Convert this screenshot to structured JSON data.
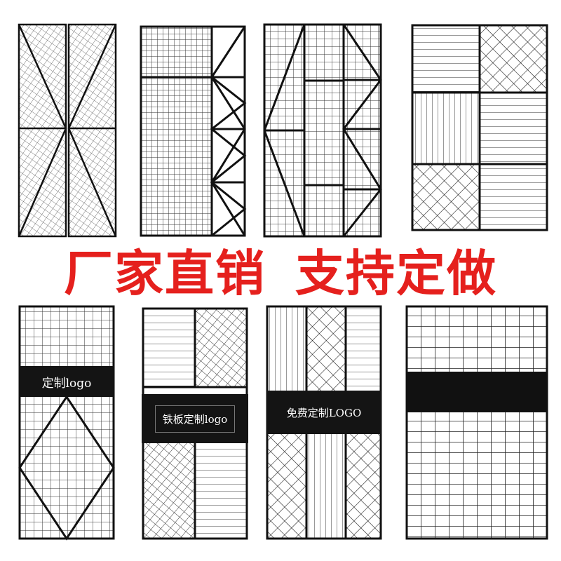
{
  "banner": {
    "left_text": "厂家直销",
    "right_text": "支持定做",
    "color": "#e5201d"
  },
  "panels": {
    "logo_label_1": "定制logo",
    "logo_label_2": "铁板定制logo",
    "logo_label_3": "免费定制LOGO"
  },
  "colors": {
    "frame": "#111111",
    "mesh": "#333333",
    "background": "#ffffff"
  }
}
